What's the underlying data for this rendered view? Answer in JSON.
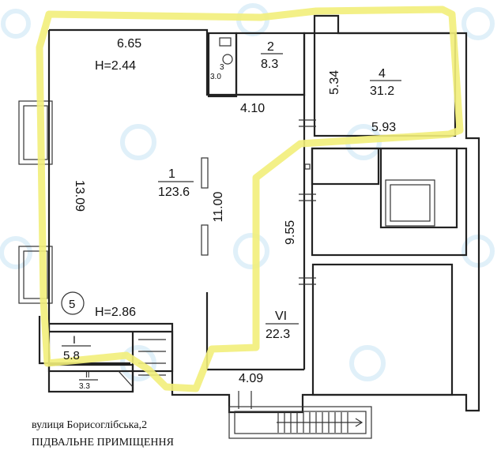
{
  "rooms": {
    "main": {
      "width": "6.65",
      "height_label": "H=2.44",
      "length": "13.09",
      "number": "1",
      "area": "123.6",
      "inner_dim": "11.00"
    },
    "wc": {
      "number": "3",
      "area": "3.0"
    },
    "room2": {
      "number": "2",
      "area": "8.3"
    },
    "corridor": {
      "dim": "4.10"
    },
    "room4": {
      "number": "4",
      "area": "31.2",
      "dim_a": "5.34",
      "dim_b": "5.93"
    },
    "hall": {
      "dim": "9.55",
      "number": "VI",
      "area": "22.3"
    },
    "exit": {
      "dim": "4.09"
    },
    "stair_room": {
      "number": "I",
      "area": "5.8"
    },
    "small_room": {
      "number": "II",
      "area": "3.3"
    },
    "lower": {
      "height_label": "H=2.86",
      "marker": "5"
    }
  },
  "caption": {
    "street": "вулиця Борисоглібська,2",
    "title": "ПІДВАЛЬНЕ ПРИМІЩЕННЯ"
  },
  "colors": {
    "highlight": "#f2ee7a",
    "watermark": "#d8ecf7"
  }
}
